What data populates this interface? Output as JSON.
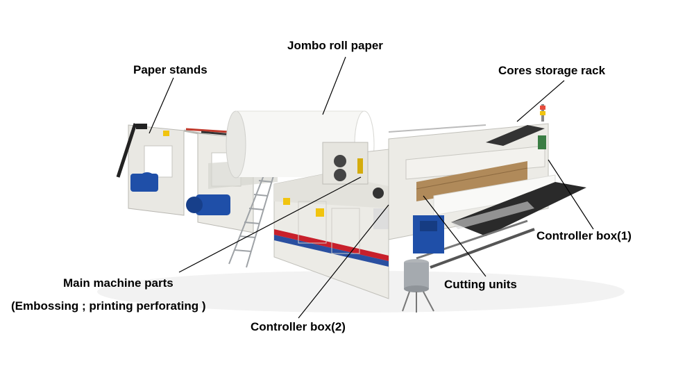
{
  "labels": {
    "jumbo_roll": "Jombo roll paper",
    "paper_stands": "Paper stands",
    "cores_rack": "Cores storage rack",
    "controller_box_1": "Controller box(1)",
    "main_parts": "Main machine parts",
    "main_parts_detail": "(Embossing ; printing perforating )",
    "cutting_units": "Cutting units",
    "controller_box_2": "Controller box(2)"
  },
  "colors": {
    "frame": "#ecebe6",
    "frame_shadow": "#c9c8c2",
    "motor": "#1f4fa8",
    "stripe_red": "#c8202b",
    "stripe_blue": "#2a4fa0",
    "belt": "#b08a5a",
    "steel": "#9aa0a6"
  }
}
